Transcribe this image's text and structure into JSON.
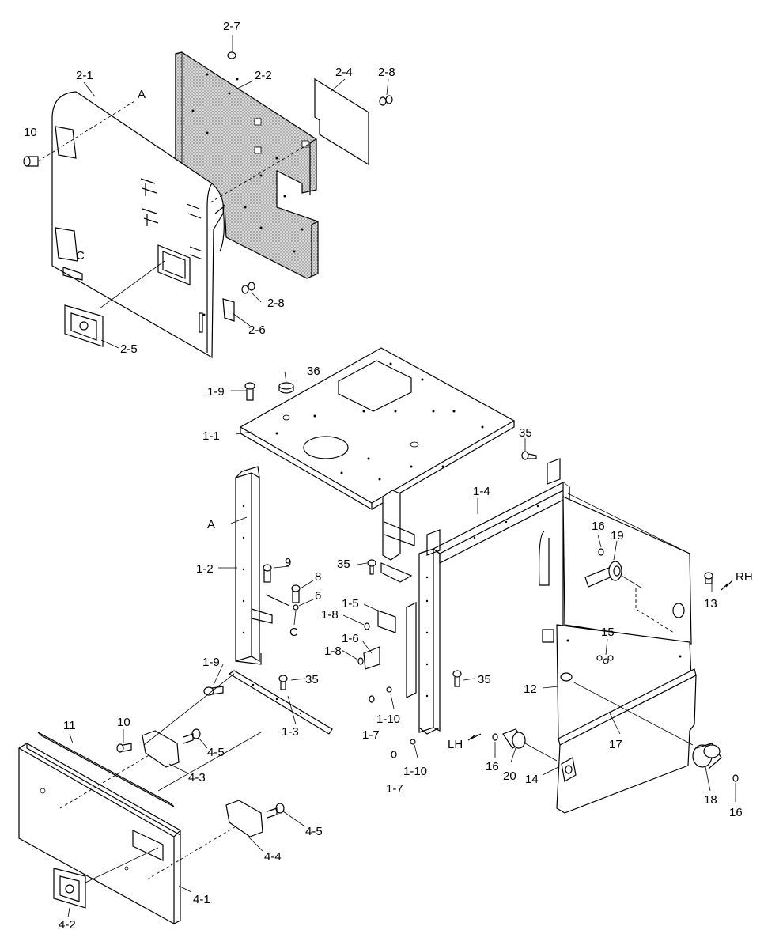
{
  "labels": {
    "l_2_7": "2-7",
    "l_2_1": "2-1",
    "l_A_top": "A",
    "l_2_2": "2-2",
    "l_2_4": "2-4",
    "l_2_8_top": "2-8",
    "l_10_top": "10",
    "l_C_top": "C",
    "l_2_8_mid": "2-8",
    "l_2_6": "2-6",
    "l_2_5": "2-5",
    "l_36": "36",
    "l_1_9_top": "1-9",
    "l_1_1": "1-1",
    "l_35_right": "35",
    "l_1_4": "1-4",
    "l_A_frame": "A",
    "l_1_2": "1-2",
    "l_9": "9",
    "l_8": "8",
    "l_6": "6",
    "l_C_frame": "C",
    "l_35_mid": "35",
    "l_1_5": "1-5",
    "l_1_8_a": "1-8",
    "l_1_6": "1-6",
    "l_1_8_b": "1-8",
    "l_16_top": "16",
    "l_19": "19",
    "l_RH": "RH",
    "l_13": "13",
    "l_15": "15",
    "l_12": "12",
    "l_1_9_bot": "1-9",
    "l_35_low": "35",
    "l_35_low2": "35",
    "l_1_3": "1-3",
    "l_1_7_a": "1-7",
    "l_1_10_a": "1-10",
    "l_17": "17",
    "l_LH": "LH",
    "l_1_10_b": "1-10",
    "l_1_7_b": "1-7",
    "l_16_mid": "16",
    "l_20": "20",
    "l_14": "14",
    "l_18": "18",
    "l_16_bot": "16",
    "l_11": "11",
    "l_10_bot": "10",
    "l_4_5_a": "4-5",
    "l_4_3": "4-3",
    "l_4_5_b": "4-5",
    "l_4_4": "4-4",
    "l_4_1": "4-1",
    "l_4_2": "4-2"
  }
}
